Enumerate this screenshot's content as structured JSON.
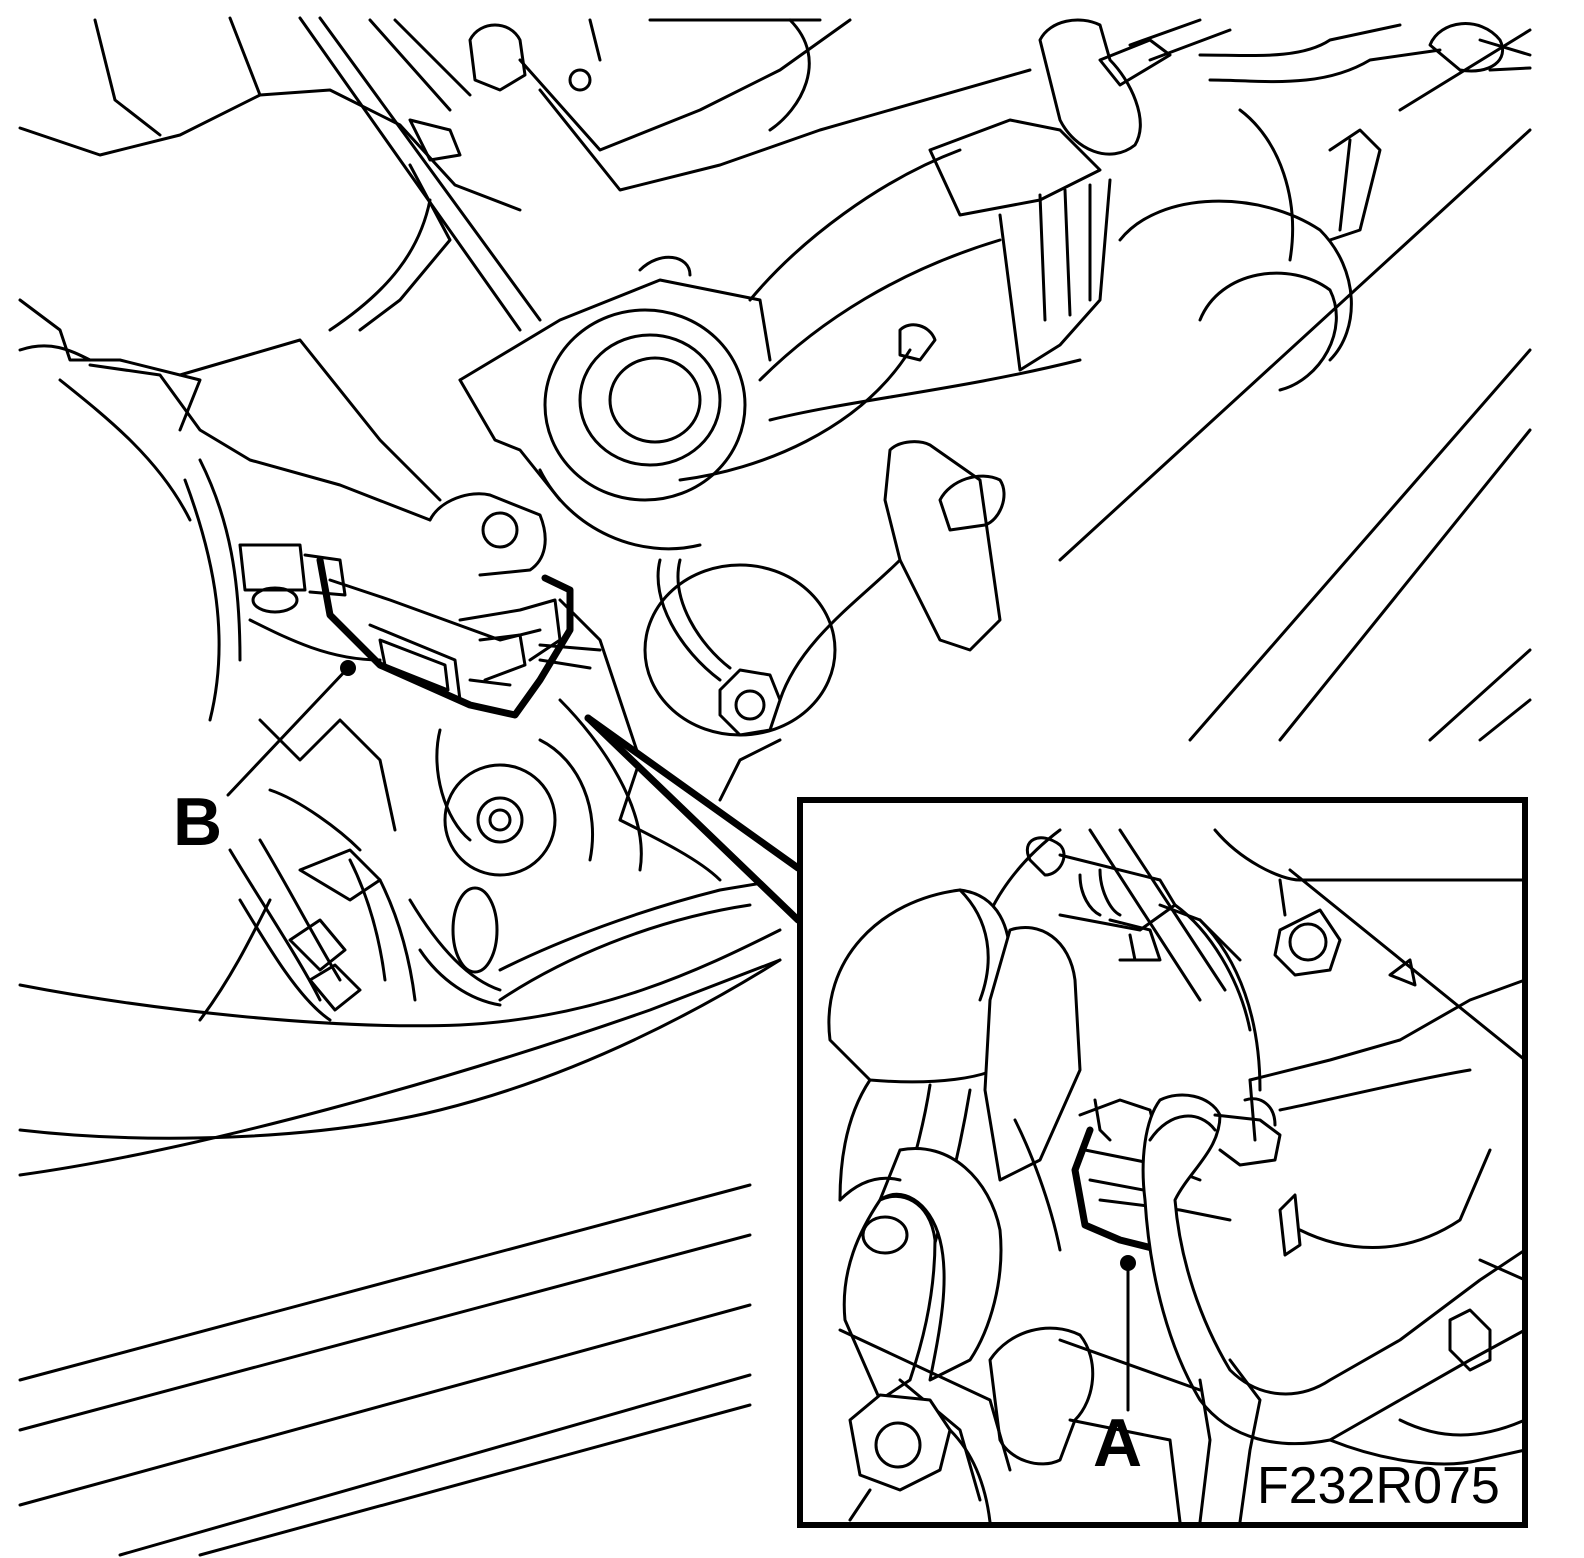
{
  "figure": {
    "callouts": [
      {
        "id": "B",
        "text": "B"
      },
      {
        "id": "A",
        "text": "A"
      }
    ],
    "figure_code": "F232R075"
  }
}
